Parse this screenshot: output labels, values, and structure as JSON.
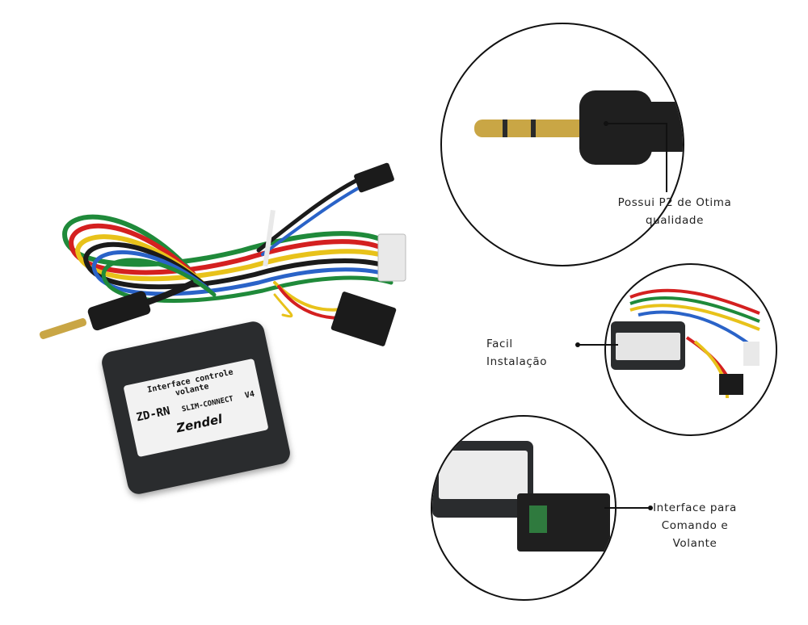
{
  "product": {
    "sticker_line1": "Interface controle volante",
    "sticker_model": "ZD-RN",
    "sticker_variant": "SLIM-CONNECT",
    "sticker_version": "V4",
    "sticker_brand": "Zendel"
  },
  "callouts": {
    "p2_line1": "Possui P2 de Otima",
    "p2_line2": "qualidade",
    "install": "Facil Instalação",
    "interface_line1": "Interface para",
    "interface_line2": "Comando e Volante"
  },
  "colors": {
    "wire_red": "#d42020",
    "wire_green": "#1f8a3a",
    "wire_yellow": "#e8c21a",
    "wire_blue": "#2a63c8",
    "wire_black": "#1b1b1b",
    "box": "#2a2c2e",
    "gold": "#c9a645"
  }
}
